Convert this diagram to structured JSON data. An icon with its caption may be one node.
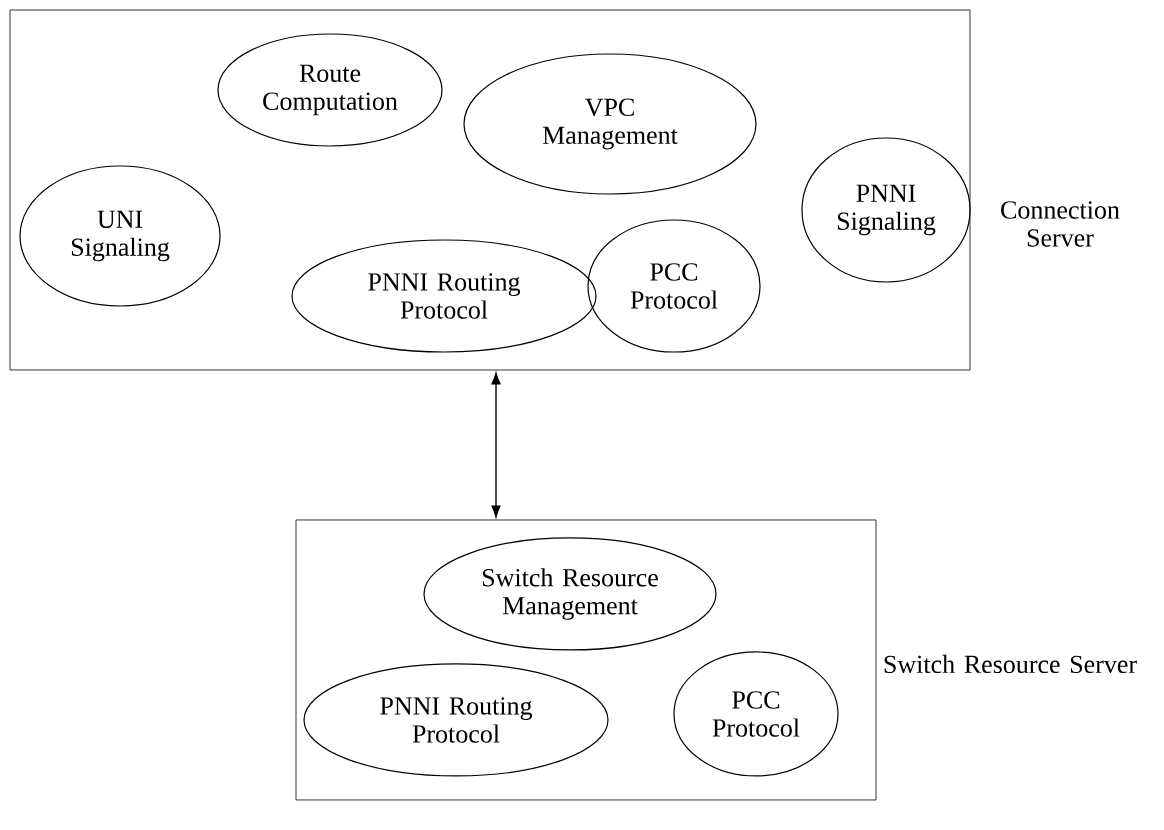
{
  "diagram": {
    "nodes": [
      {
        "text": [],
        "shape": "box",
        "beside": [
          "Connection Server"
        ]
      },
      {
        "text": [
          "Route Computation"
        ],
        "in": 0
      },
      {
        "text": [
          "VPC Management"
        ],
        "in": 0
      },
      {
        "text": [
          "UNI Signaling"
        ],
        "in": 0
      },
      {
        "text": [
          "PNNI Signaling"
        ],
        "in": 0
      },
      {
        "text": [
          "PNNI Routing Protocol"
        ],
        "in": 0
      },
      {
        "text": [
          "PCC Protocol"
        ],
        "in": 0
      },
      {
        "text": [],
        "shape": "box",
        "beside": [
          "Switch Resource Server"
        ]
      },
      {
        "text": [
          "Switch Resource Management"
        ],
        "in": 7
      },
      {
        "text": [
          "PNNI Routing Protocol"
        ],
        "in": 7
      },
      {
        "text": [
          "PCC Protocol"
        ],
        "in": 7
      }
    ],
    "edges": [
      {
        "from": 0,
        "to": 7,
        "arrow": "both"
      }
    ]
  }
}
